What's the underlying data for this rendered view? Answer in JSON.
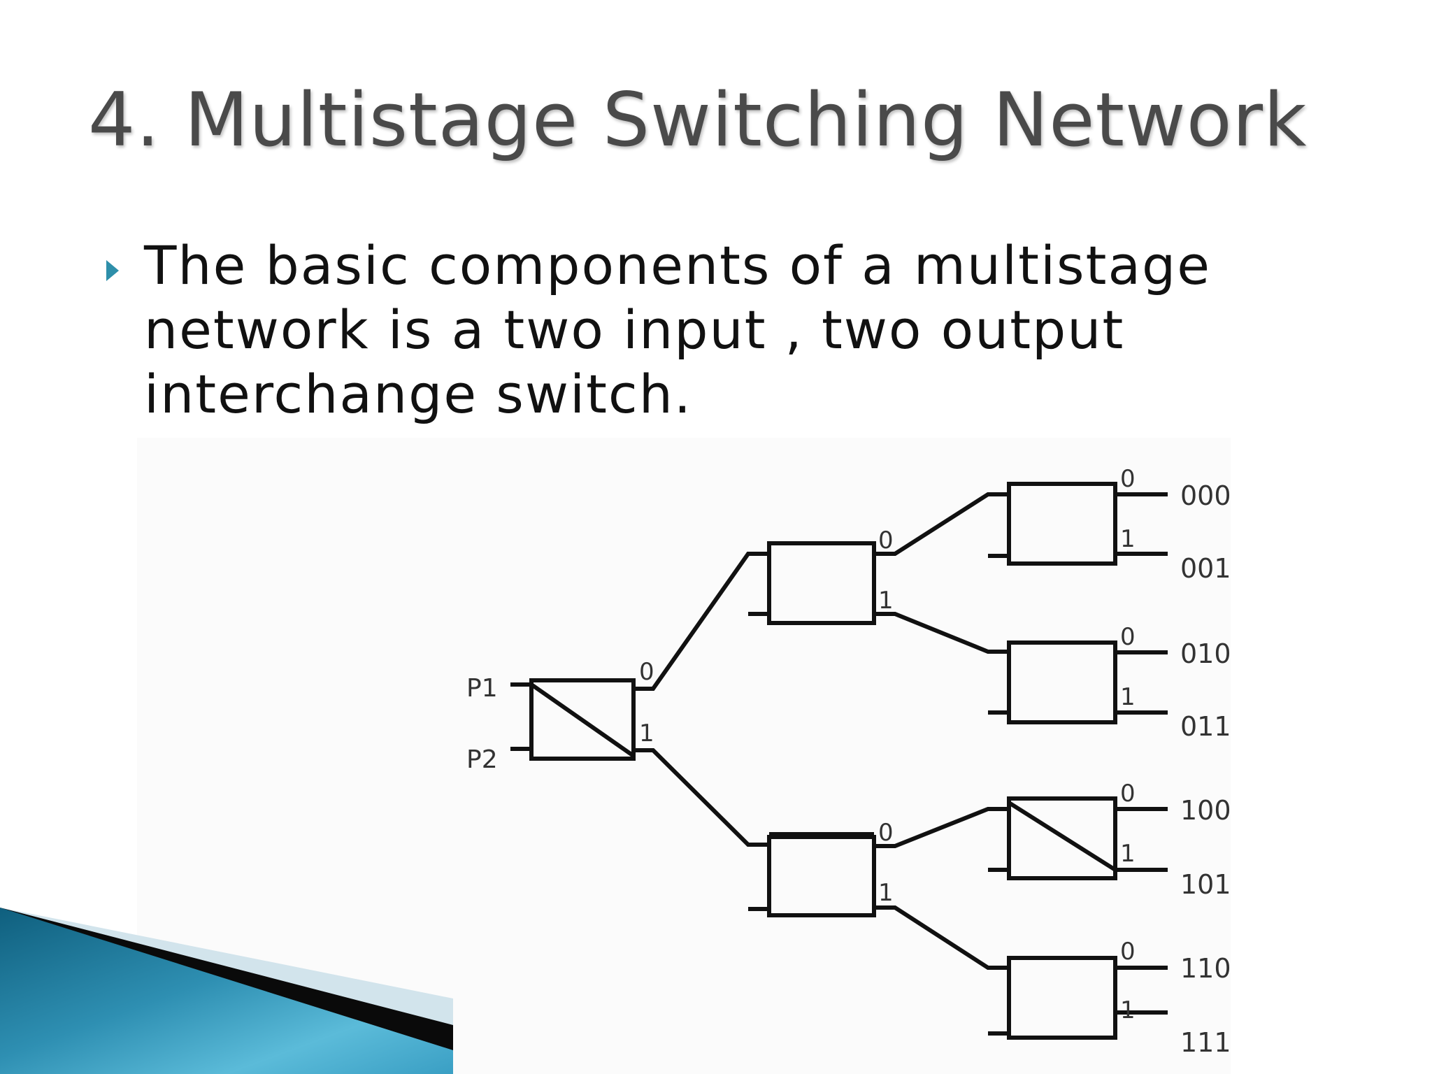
{
  "slide": {
    "title": "4. Multistage Switching Network",
    "bullet": "The basic components of a multistage network is a two input , two output interchange switch.",
    "accent_color": "#2e8faa"
  },
  "diagram": {
    "inputs": [
      "P1",
      "P2"
    ],
    "port_labels": [
      "0",
      "1"
    ],
    "outputs": [
      "000",
      "001",
      "010",
      "011",
      "100",
      "101",
      "110",
      "111"
    ],
    "crossed_switches": [
      "stage1",
      "stage3-switch3"
    ]
  }
}
